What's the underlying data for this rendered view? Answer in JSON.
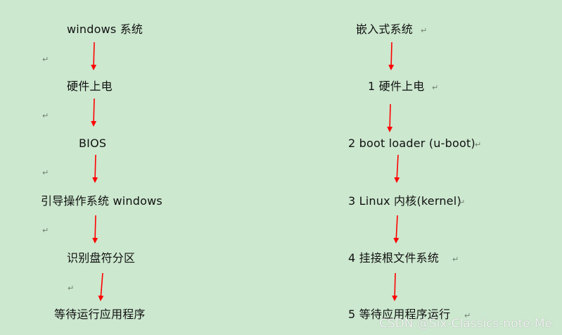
{
  "left_chain": [
    "windows 系统",
    "硬件上电",
    "BIOS",
    "引导操作系统 windows",
    "识别盘符分区",
    "等待运行应用程序"
  ],
  "right_chain": [
    "嵌入式系统",
    "1  硬件上电",
    "2 boot loader (u-boot)",
    "3 Linux 内核(kernel)",
    "4  挂接根文件系统",
    "5  等待应用程序运行"
  ],
  "paragraph_mark": "↵",
  "watermark": "CSDN @Six-Classics-note-Me",
  "colors": {
    "background": "#cce8cf",
    "arrow": "#ff0000",
    "text": "#111111"
  }
}
